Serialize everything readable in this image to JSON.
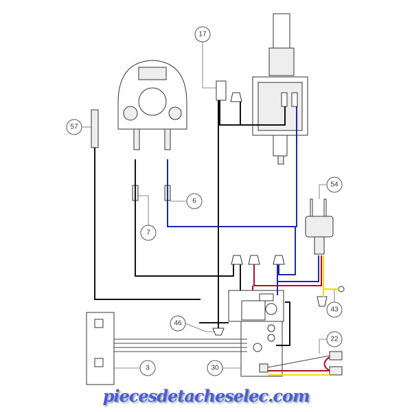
{
  "title": "Wiring diagram",
  "callouts": {
    "c17": "17",
    "c57": "57",
    "c6": "6",
    "c7": "7",
    "c54": "54",
    "c43": "43",
    "c46": "46",
    "c3": "3",
    "c30": "30",
    "c22": "22"
  },
  "colors": {
    "black": "#111111",
    "blue": "#1a2aa8",
    "red": "#b01020",
    "yellow": "#f0e020"
  },
  "watermark": "piecesdetacheselec.com"
}
